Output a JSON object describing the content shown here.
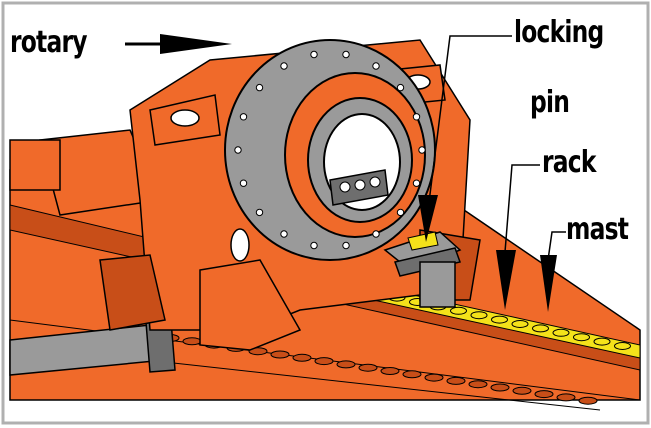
{
  "labels": {
    "rotary": "rotary",
    "locking_line1": "locking",
    "locking_line2": "pin",
    "rack": "rack",
    "mast": "mast"
  },
  "colors": {
    "machine_orange": "#f06a2a",
    "machine_orange_dark": "#c84e18",
    "steel_gray": "#9a9a9a",
    "steel_gray_dark": "#6e6e6e",
    "rack_yellow": "#f4e21a",
    "label_text": "#000000",
    "frame": "#b0b0b0"
  }
}
